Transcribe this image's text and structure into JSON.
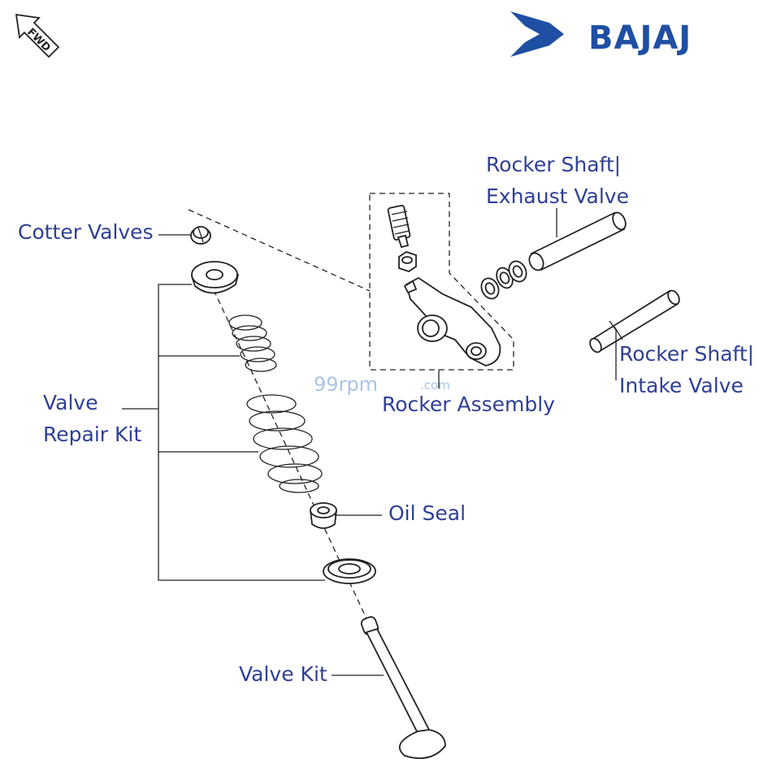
{
  "brand": {
    "name": "BAJAJ",
    "color": "#1f4fa3"
  },
  "direction_marker": {
    "text": "FWD",
    "icon": "forward-arrow-icon"
  },
  "watermark": {
    "main": "99rpm",
    "suffix": ".com"
  },
  "labels": {
    "cotter_valves": "Cotter Valves",
    "rocker_shaft_exhaust_line1": "Rocker Shaft|",
    "rocker_shaft_exhaust_line2": "Exhaust Valve",
    "rocker_shaft_intake_line1": "Rocker Shaft|",
    "rocker_shaft_intake_line2": "Intake Valve",
    "rocker_assembly": "Rocker Assembly",
    "valve_repair_kit_line1": "Valve",
    "valve_repair_kit_line2": "Repair Kit",
    "oil_seal": "Oil Seal",
    "valve_kit": "Valve Kit"
  },
  "colors": {
    "label": "#2e3f95",
    "line_art": "#222222",
    "watermark": "#a9c4e8"
  }
}
